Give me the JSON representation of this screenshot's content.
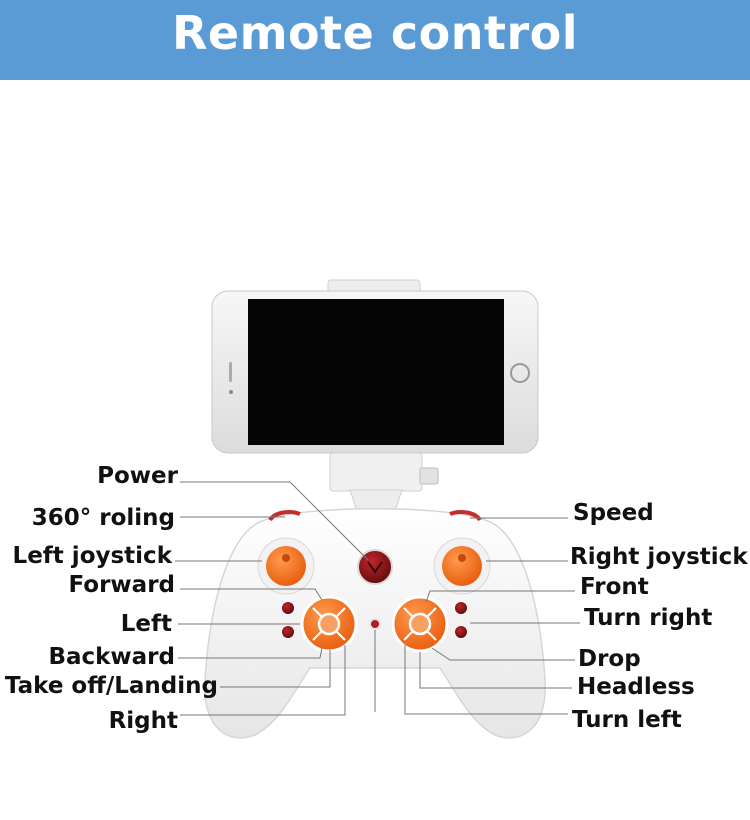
{
  "header": {
    "title": "Remote control"
  },
  "colors": {
    "banner": "#5b9bd5",
    "accent": "#f26a1b",
    "body": "#f4f4f4",
    "screen": "#050505"
  },
  "labels_left": [
    "Power",
    "360° roling",
    "Left joystick",
    "Forward",
    "Left",
    "Backward",
    "Take off/Landing",
    "Right"
  ],
  "labels_right": [
    "Speed",
    "Right joystick",
    "Front",
    "Turn right",
    "Drop",
    "Headless",
    "Turn left"
  ]
}
